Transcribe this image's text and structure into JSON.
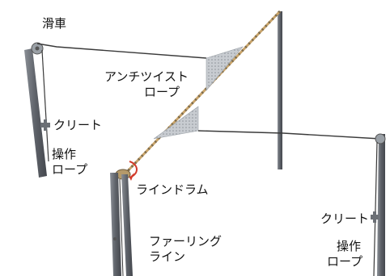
{
  "labels": {
    "pulley": "滑車",
    "anti_twist_rope": [
      "アンチツイスト",
      "ロープ"
    ],
    "cleat_left": "クリート",
    "control_rope_left": [
      "操作",
      "ロープ"
    ],
    "winding_drum": "ラインドラム",
    "furling_line": [
      "ファーリング",
      "ライン"
    ],
    "cleat_right": "クリート",
    "control_rope_right": [
      "操作",
      "ロープ"
    ]
  },
  "colors": {
    "pole": "#5d6168",
    "pole_highlight": "#8a8f96",
    "rope": "#3a3a3a",
    "sail_cloth": "#bfc3c8",
    "twist_rope_tan": "#c9a46a",
    "drum_arrow": "#d23a2a",
    "pulley": "#9aa0a6"
  }
}
